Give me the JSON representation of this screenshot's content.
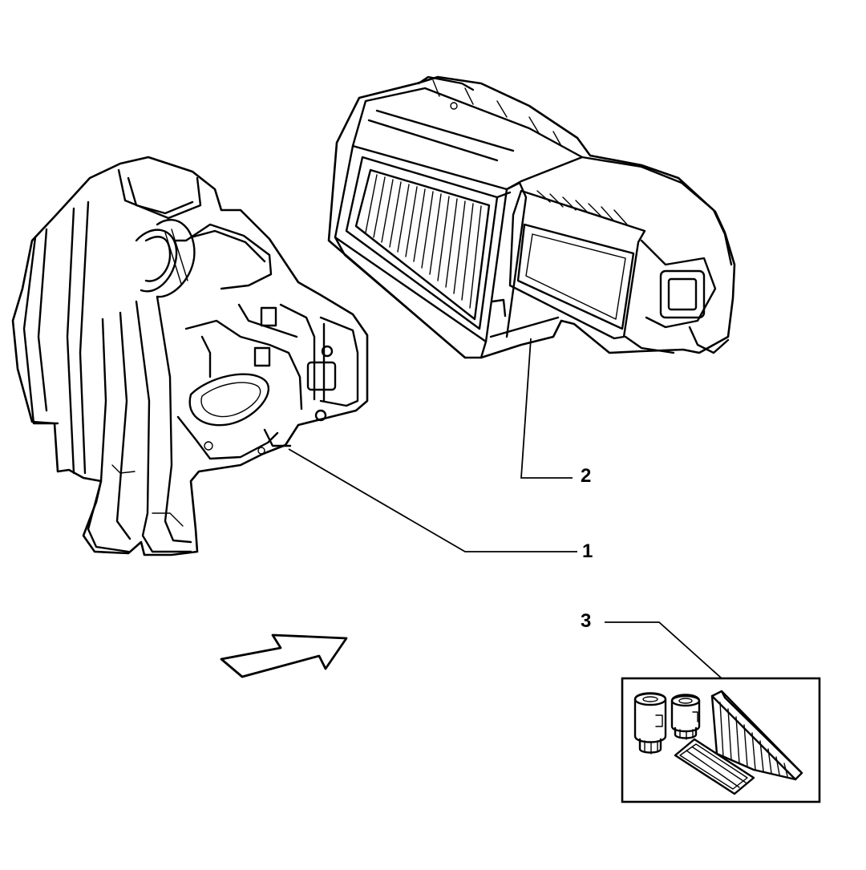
{
  "callouts": [
    {
      "id": "callout-1",
      "label": "1"
    },
    {
      "id": "callout-2",
      "label": "2"
    },
    {
      "id": "callout-3",
      "label": "3"
    }
  ],
  "colors": {
    "line": "#000000",
    "background": "#ffffff"
  }
}
